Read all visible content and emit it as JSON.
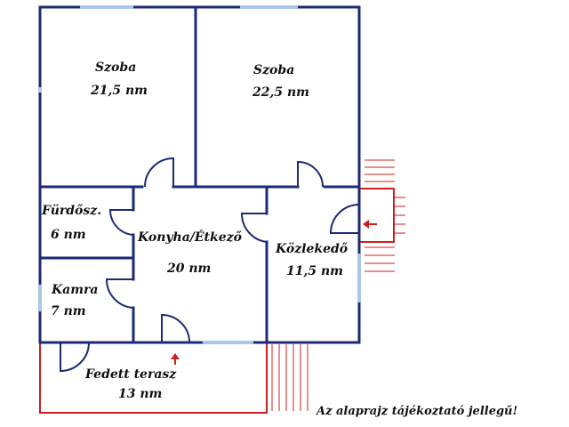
{
  "rooms": [
    {
      "name": "Szoba",
      "area": "21,5 nm"
    },
    {
      "name": "Szoba",
      "area": "22,5 nm"
    },
    {
      "name": "Fürdősz.",
      "area": "6 nm"
    },
    {
      "name": "Konyha/Étkező",
      "area": "20 nm"
    },
    {
      "name": "Közlekedő",
      "area": "11,5 nm"
    },
    {
      "name": "Kamra",
      "area": "7 nm"
    },
    {
      "name": "Fedett terasz",
      "area": "13 nm"
    }
  ],
  "note": "Az alaprajz tájékoztató jellegű!",
  "colors": {
    "wall": "#1c2a78",
    "window": "#a9c8e8",
    "entrance": "#cc1f1f",
    "stairs": "#cc1f1f"
  }
}
